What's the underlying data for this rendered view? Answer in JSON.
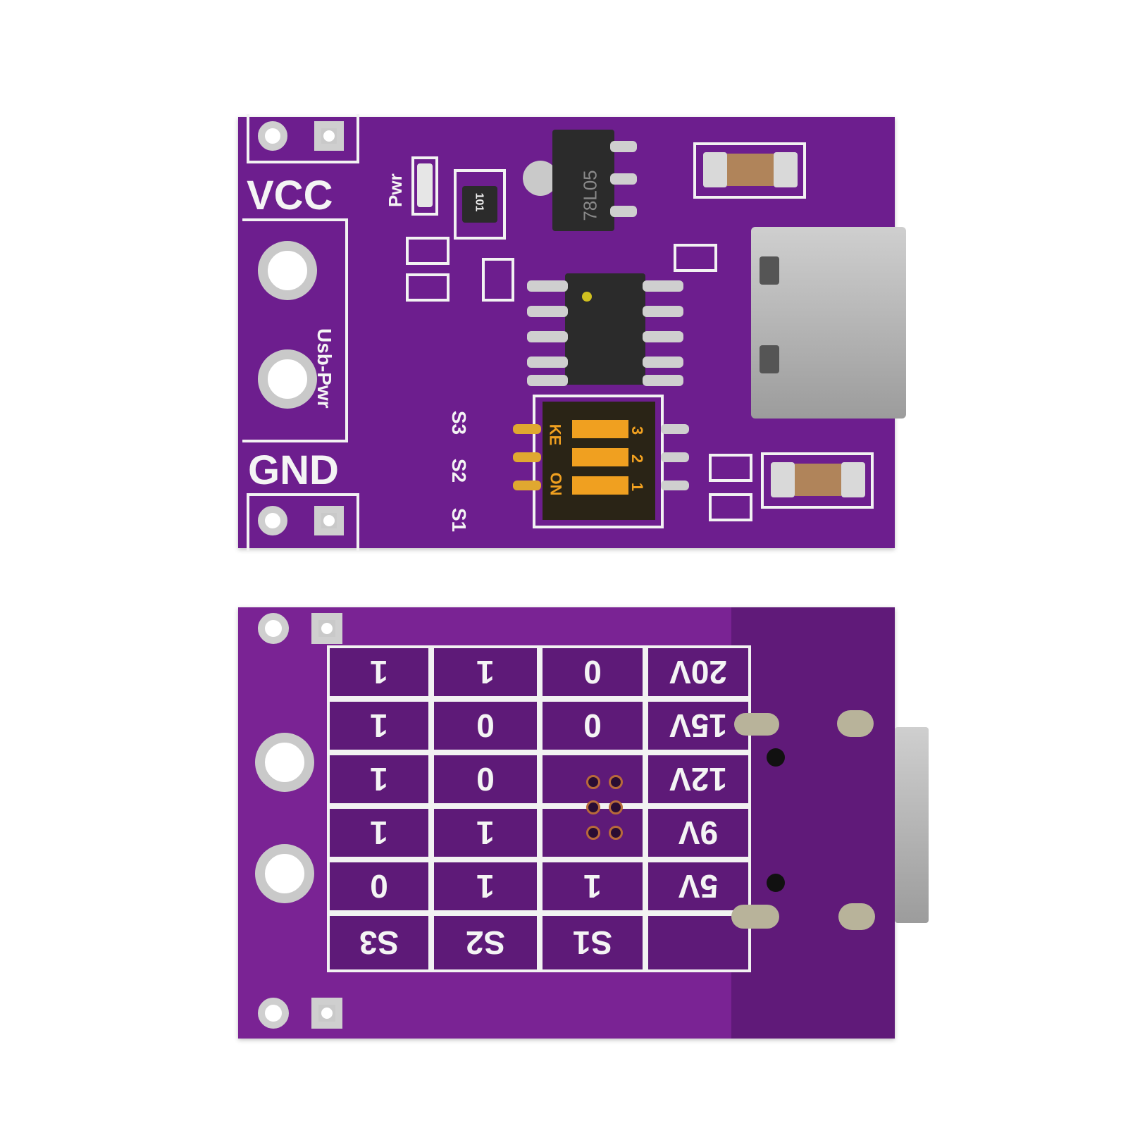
{
  "front": {
    "vcc_label": "VCC",
    "gnd_label": "GND",
    "pwr_label": "Pwr",
    "usb_pwr_label": "Usb-Pwr",
    "regulator_marking": "78L05",
    "resistor_marking": "101",
    "switch_labels": [
      "S1",
      "S2",
      "S3"
    ],
    "dip_on_label": "ON",
    "dip_ke_label": "KE",
    "dip_numbers": [
      "1",
      "2",
      "3"
    ]
  },
  "back": {
    "table": {
      "header": [
        "",
        "S1",
        "S2",
        "S3"
      ],
      "rows": [
        [
          "20V",
          "0",
          "1",
          "1"
        ],
        [
          "15V",
          "0",
          "0",
          "1"
        ],
        [
          "12V",
          "",
          "0",
          "1"
        ],
        [
          "9V",
          "",
          "1",
          "1"
        ],
        [
          "5V",
          "1",
          "1",
          "0"
        ]
      ]
    }
  },
  "colors": {
    "pcb_purple": "#6d1e8e",
    "silkscreen": "#f2f2f2",
    "dip_switch": "#f0a020"
  }
}
